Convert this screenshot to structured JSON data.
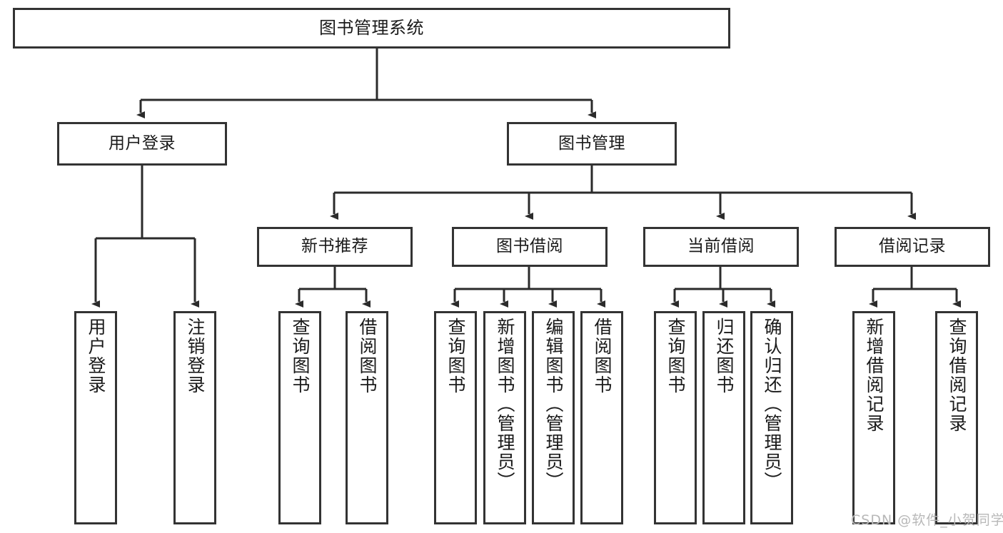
{
  "diagram": {
    "title": "图书管理系统",
    "type": "tree",
    "watermark": "CSDN @软件_小贺同学",
    "colors": {
      "stroke": "#333333",
      "fill": "#ffffff",
      "text": "#1a1a1a",
      "watermark": "#b8b8b8"
    },
    "nodes": {
      "root": {
        "label": "图书管理系统"
      },
      "level1": [
        {
          "label": "用户登录"
        },
        {
          "label": "图书管理"
        }
      ],
      "level2": [
        {
          "label": "新书推荐"
        },
        {
          "label": "图书借阅"
        },
        {
          "label": "当前借阅"
        },
        {
          "label": "借阅记录"
        }
      ],
      "leaves": {
        "user_login": [
          {
            "label": "用户登录"
          },
          {
            "label": "注销登录"
          }
        ],
        "new_books": [
          {
            "label": "查询图书"
          },
          {
            "label": "借阅图书"
          }
        ],
        "book_borrow": [
          {
            "label": "查询图书"
          },
          {
            "label": "新增图书（管理员）"
          },
          {
            "label": "编辑图书（管理员）"
          },
          {
            "label": "借阅图书"
          }
        ],
        "current_borrow": [
          {
            "label": "查询图书"
          },
          {
            "label": "归还图书"
          },
          {
            "label": "确认归还（管理员）"
          }
        ],
        "borrow_record": [
          {
            "label": "新增借阅记录"
          },
          {
            "label": "查询借阅记录"
          }
        ]
      }
    }
  }
}
